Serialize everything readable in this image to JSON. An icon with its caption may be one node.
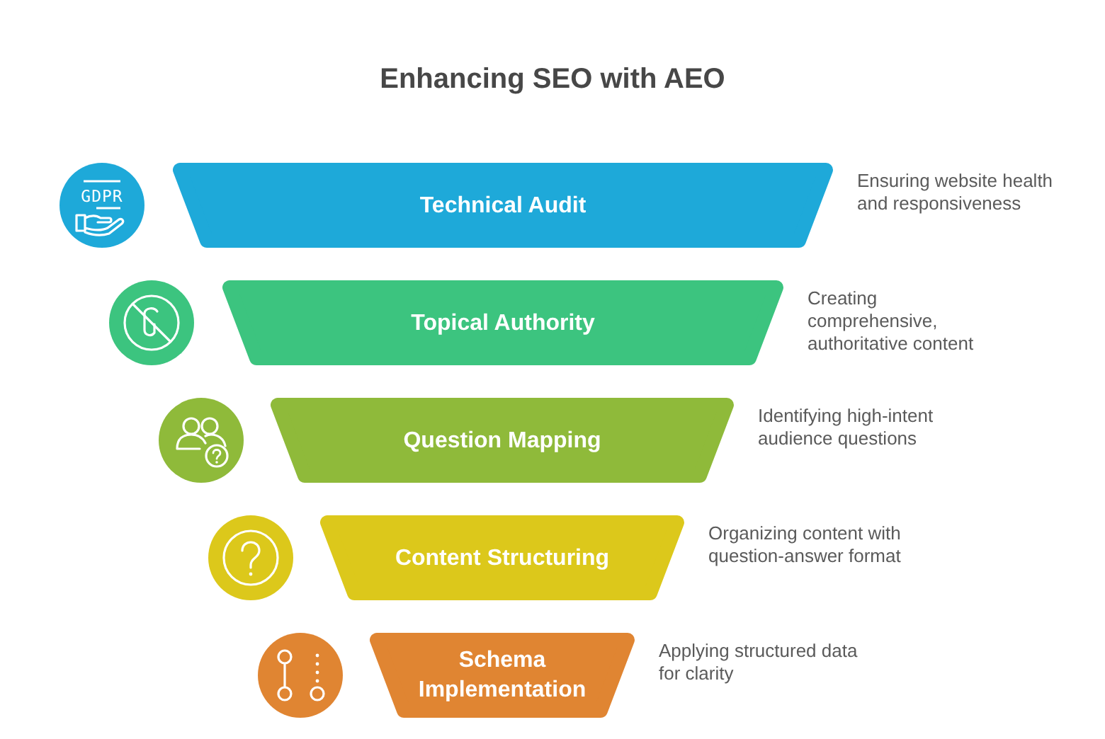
{
  "diagram": {
    "title": "Enhancing SEO with AEO",
    "nodes": [
      {
        "text": [
          "Technical Audit"
        ],
        "beside": [
          "Ensuring website health and responsiveness"
        ]
      },
      {
        "text": [
          "Topical Authority"
        ],
        "beside": [
          "Creating comprehensive, authoritative content"
        ]
      },
      {
        "text": [
          "Question Mapping"
        ],
        "beside": [
          "Identifying high-intent audience questions"
        ]
      },
      {
        "text": [
          "Content Structuring"
        ],
        "beside": [
          "Organizing content with question-answer format"
        ]
      },
      {
        "text": [
          "Schema Implementation"
        ],
        "beside": [
          "Applying structured data for clarity"
        ]
      }
    ],
    "labels": [
      "GDPR"
    ]
  }
}
